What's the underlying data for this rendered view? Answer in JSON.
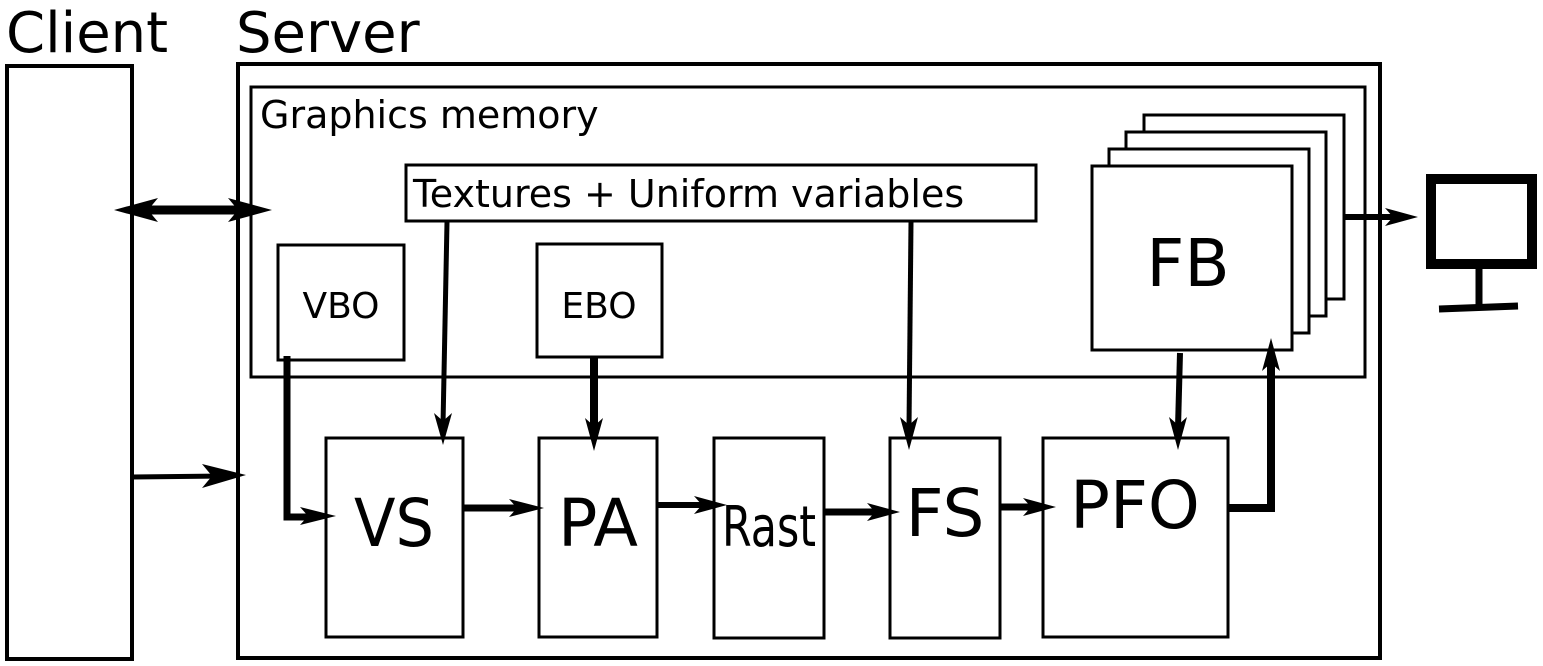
{
  "diagram": {
    "client_label": "Client",
    "server_label": "Server",
    "graphics_memory_label": "Graphics memory",
    "uniforms_label": "Textures + Uniform variables",
    "buffers": {
      "vbo": "VBO",
      "ebo": "EBO",
      "fb": "FB"
    },
    "stages": {
      "vs": "VS",
      "pa": "PA",
      "rast": "Rast",
      "fs": "FS",
      "pfo": "PFO"
    },
    "display_icon": "monitor-icon",
    "colors": {
      "stroke": "#000000",
      "background": "#ffffff"
    }
  }
}
